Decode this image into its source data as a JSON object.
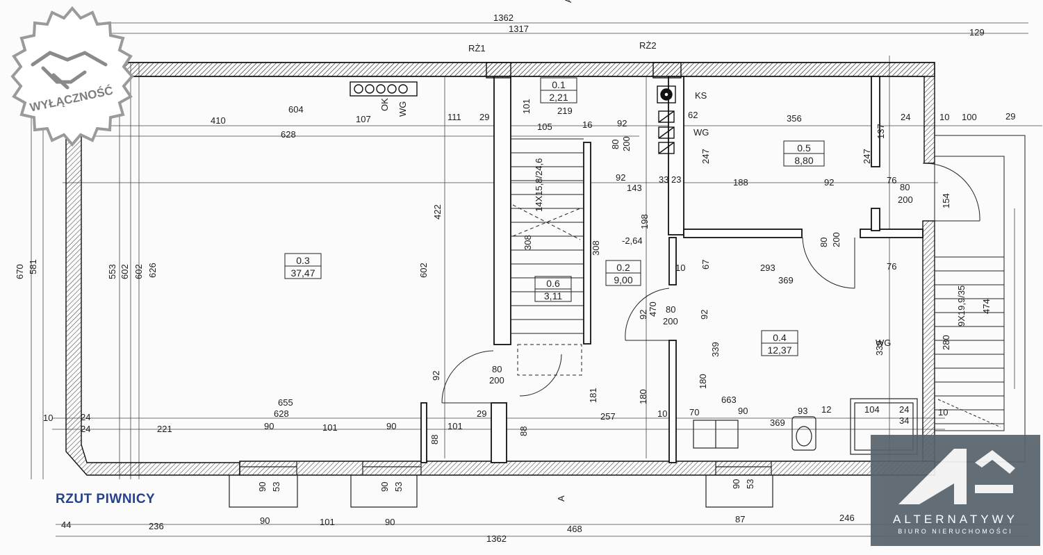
{
  "plan": {
    "title": "RZUT PIWNICY",
    "section_marker": "A",
    "rooms": [
      {
        "id": "0.1",
        "area": "2,21"
      },
      {
        "id": "0.2",
        "area": "9,00"
      },
      {
        "id": "0.3",
        "area": "37,47"
      },
      {
        "id": "0.4",
        "area": "12,37"
      },
      {
        "id": "0.5",
        "area": "8,80"
      },
      {
        "id": "0.6",
        "area": "3,11"
      }
    ],
    "labels": {
      "rz1": "RŻ1",
      "rz2": "RŻ2",
      "ks": "KS",
      "wg": "WG",
      "ok": "OK",
      "level": "-2,64",
      "stair_main": "14X15,8/24,6",
      "stair_ext": "9X19,9/35"
    },
    "doors": {
      "d80_200": "80",
      "d200": "200"
    },
    "dimensions": {
      "top_total": "1362",
      "top_inner": "1317",
      "top_right": "129",
      "d604": "604",
      "d410": "410",
      "d107": "107",
      "d111": "111",
      "d29": "29",
      "d628": "628",
      "d101": "101",
      "d219": "219",
      "d105": "105",
      "d16": "16",
      "d92": "92",
      "d62": "62",
      "d356": "356",
      "d24": "24",
      "d10": "10",
      "d100": "100",
      "d247": "247",
      "d137": "137",
      "d143": "143",
      "d33": "33",
      "d23": "23",
      "d188": "188",
      "d76": "76",
      "d154": "154",
      "d422": "422",
      "d602": "602",
      "d308": "308",
      "d198": "198",
      "d293": "293",
      "d369": "369",
      "d67": "67",
      "d474": "474",
      "d280": "280",
      "d339": "339",
      "d180": "180",
      "d181": "181",
      "d655": "655",
      "d663": "663",
      "d221": "221",
      "d90": "90",
      "d257": "257",
      "d70": "70",
      "d93": "93",
      "d12": "12",
      "d104": "104",
      "d34": "34",
      "d88": "88",
      "d53": "53",
      "d44": "44",
      "d236": "236",
      "d468": "468",
      "d87": "87",
      "d246": "246",
      "d670": "670",
      "d581": "581",
      "d553": "553",
      "d626": "626",
      "d470": "470"
    }
  },
  "stamp": {
    "text": "WYŁĄCZNOŚĆ"
  },
  "logo": {
    "name": "ALTERNATYWY",
    "subtitle": "BIURO NIERUCHOMOŚCI"
  },
  "colors": {
    "title_blue": "#23418e",
    "logo_bg": "#57626a",
    "line": "#1a1a1a"
  }
}
